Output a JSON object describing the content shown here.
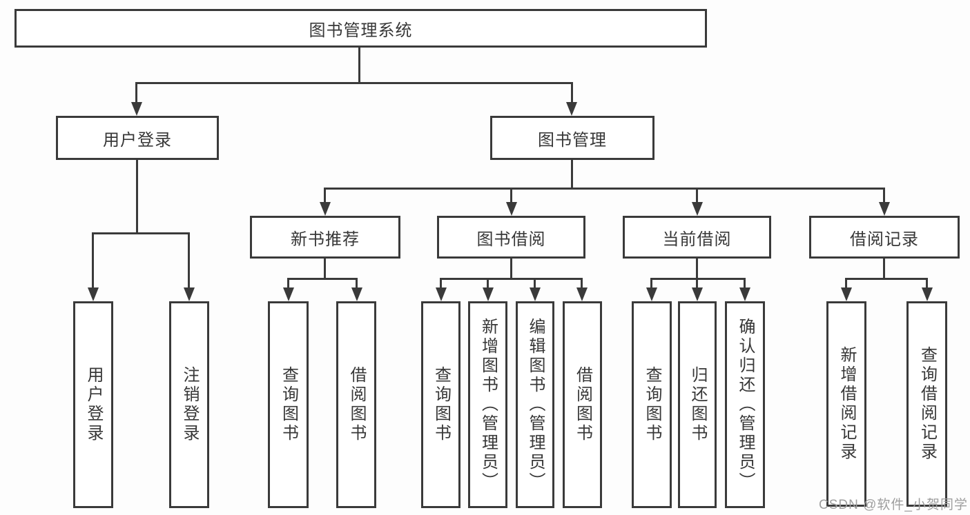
{
  "diagram": {
    "root": {
      "label": "图书管理系统"
    },
    "level2": [
      {
        "label": "用户登录"
      },
      {
        "label": "图书管理"
      }
    ],
    "level3": [
      {
        "label": "新书推荐"
      },
      {
        "label": "图书借阅"
      },
      {
        "label": "当前借阅"
      },
      {
        "label": "借阅记录"
      }
    ],
    "leaves": {
      "user_login": [
        "用户登录",
        "注销登录"
      ],
      "new_book_recommend": [
        "查询图书",
        "借阅图书"
      ],
      "book_borrow": [
        "查询图书",
        "新增图书（管理员）",
        "编辑图书（管理员）",
        "借阅图书"
      ],
      "current_borrow": [
        "查询图书",
        "归还图书",
        "确认归还（管理员）"
      ],
      "borrow_records": [
        "新增借阅记录",
        "查询借阅记录"
      ]
    }
  },
  "watermark": "CSDN @软件_小贺同学",
  "colors": {
    "line": "#3a3a3a",
    "text": "#373737",
    "watermark": "#9e9e9e",
    "background": "#fdfdfd"
  }
}
